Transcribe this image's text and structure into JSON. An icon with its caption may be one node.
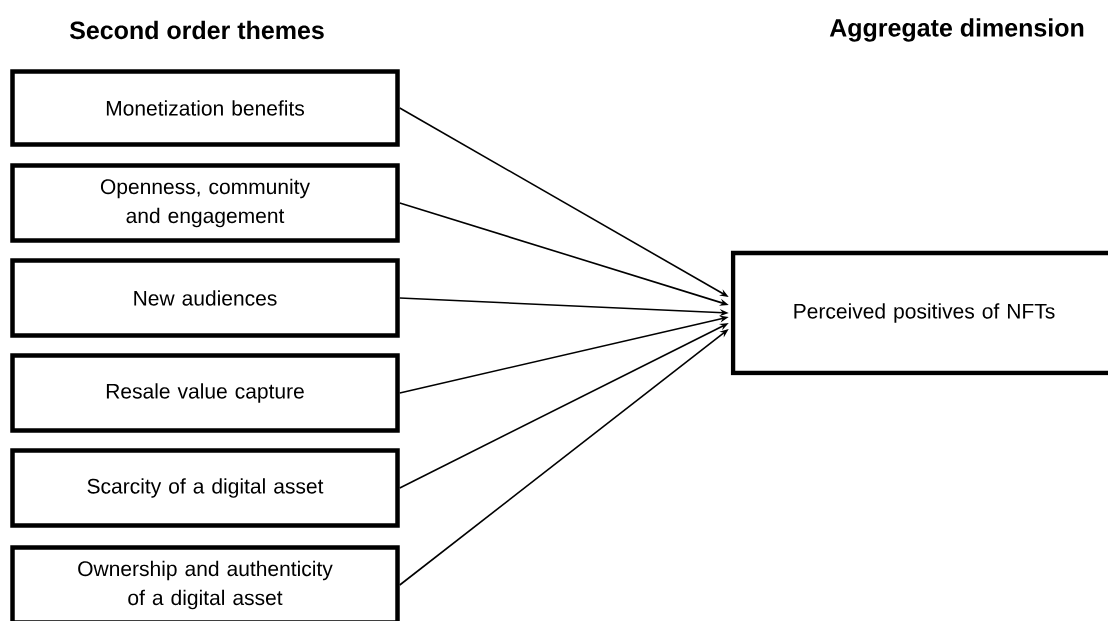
{
  "diagram": {
    "nodes": [
      {
        "text": [
          "Monetization benefits"
        ]
      },
      {
        "text": [
          "Openness, community and engagement"
        ]
      },
      {
        "text": [
          "New audiences"
        ]
      },
      {
        "text": [
          "Resale value capture"
        ]
      },
      {
        "text": [
          "Scarcity of a digital asset"
        ]
      },
      {
        "text": [
          "Ownership and authenticity of a digital asset"
        ]
      },
      {
        "text": [
          "Perceived positives of NFTs"
        ]
      }
    ],
    "edges": [
      {
        "from": 0,
        "to": 6,
        "arrow": "to"
      },
      {
        "from": 1,
        "to": 6,
        "arrow": "to"
      },
      {
        "from": 2,
        "to": 6,
        "arrow": "to"
      },
      {
        "from": 3,
        "to": 6,
        "arrow": "to"
      },
      {
        "from": 4,
        "to": 6,
        "arrow": "to"
      },
      {
        "from": 5,
        "to": 6,
        "arrow": "to"
      }
    ],
    "labels": [
      "Second order themes",
      "Aggregate dimension"
    ]
  }
}
